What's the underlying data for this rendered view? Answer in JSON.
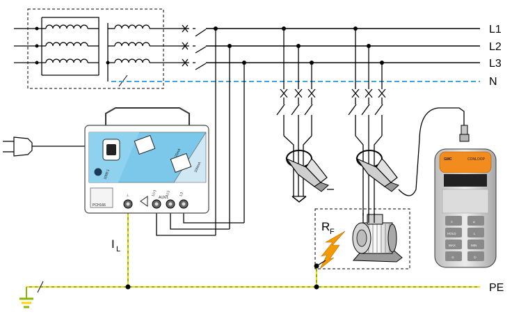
{
  "lines": {
    "l1": "L1",
    "l2": "L2",
    "l3": "L3",
    "n": "N",
    "pe": "PE"
  },
  "labels": {
    "fault_resistance_main": "R",
    "fault_resistance_sub": "F",
    "leakage_current_main": "I",
    "leakage_current_sub": "L"
  },
  "tester": {
    "model": "PCH166",
    "ratio": "1000:1",
    "range_high": "25mA",
    "range_low": "100mA",
    "sockets": [
      "⊥",
      "L(+)",
      "L(-)",
      "L3"
    ],
    "sockets_caption": "AUX/L"
  },
  "meter": {
    "brand": "GMC",
    "model": "CONLOOP",
    "keys": [
      "≡",
      "⌀",
      "HOLD",
      "L",
      "MAX",
      "MIN",
      "⊙",
      "⏻"
    ]
  },
  "colors": {
    "phase": "#000000",
    "neutral": "#3aa6dd",
    "pe_green": "#8ab800",
    "pe_yellow": "#ffd400",
    "device_blue": "#7cc8ea",
    "meter_orange": "#f28c1e",
    "fault": "#f29a00"
  }
}
